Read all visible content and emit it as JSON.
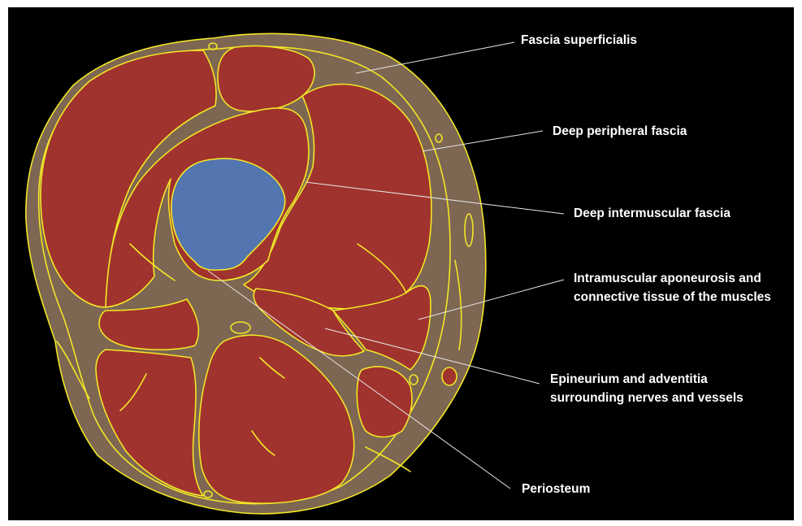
{
  "colors": {
    "background": "#000000",
    "connective_tissue": "#7d6652",
    "muscle": "#a0332e",
    "bone": "#5375b0",
    "fascia_line": "#f2e626",
    "leader_line": "#e6e6e6",
    "label_text": "#ffffff",
    "vessel": "#a0332e"
  },
  "labels": {
    "fascia_superficialis": "Fascia superficialis",
    "deep_peripheral_fascia": "Deep peripheral fascia",
    "deep_intermuscular_fascia": "Deep intermuscular fascia",
    "intramuscular_line1": "Intramuscular aponeurosis and",
    "intramuscular_line2": "connective tissue of the muscles",
    "epineurium_line1": "Epineurium and adventitia",
    "epineurium_line2": "surrounding nerves and vessels",
    "periosteum": "Periosteum"
  }
}
